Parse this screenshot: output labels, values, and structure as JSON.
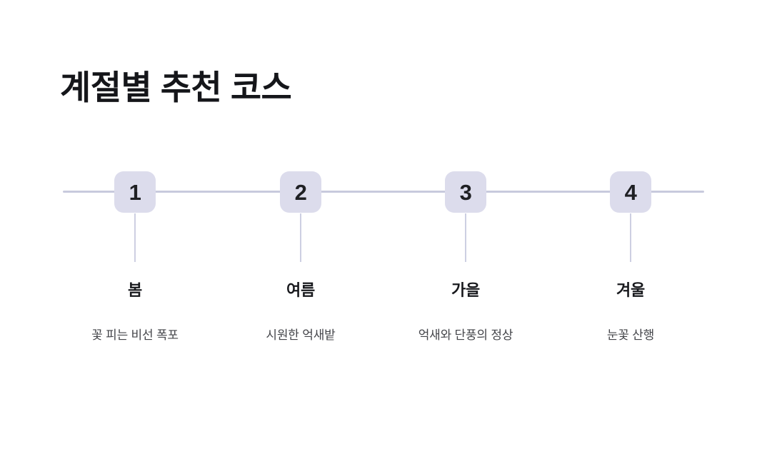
{
  "page": {
    "title": "계절별 추천 코스",
    "background_color": "#ffffff"
  },
  "theme": {
    "node_fill": "#dcdcec",
    "line_color": "#c8cadd",
    "stem_color": "#cdcfe2",
    "title_color": "#15161a",
    "label_color": "#18191d",
    "desc_color": "#44454a",
    "number_color": "#1f2024"
  },
  "timeline": {
    "orientation": "horizontal",
    "steps": [
      {
        "number": "1",
        "label": "봄",
        "description": "꽃 피는 비선 폭포"
      },
      {
        "number": "2",
        "label": "여름",
        "description": "시원한 억새밭"
      },
      {
        "number": "3",
        "label": "가을",
        "description": "억새와 단풍의 정상"
      },
      {
        "number": "4",
        "label": "겨울",
        "description": "눈꽃 산행"
      }
    ]
  }
}
